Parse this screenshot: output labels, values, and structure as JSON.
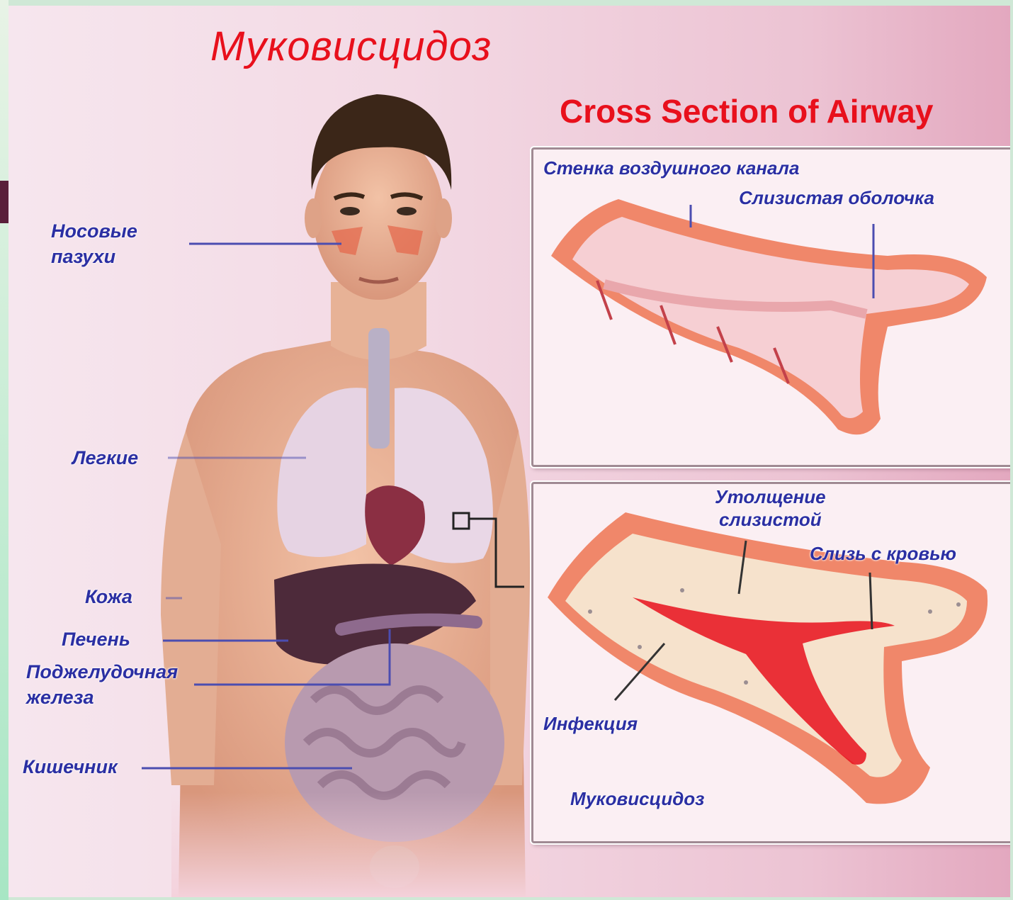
{
  "title": "Муковисцидоз",
  "panel_title": "Cross Section of Airway",
  "body_labels": {
    "sinuses": [
      "Носовые",
      "пазухи"
    ],
    "lungs": "Легкие",
    "skin": "Кожа",
    "liver": "Печень",
    "pancreas": [
      "Поджелудочная",
      "железа"
    ],
    "intestine": "Кишечник"
  },
  "healthy_airway": {
    "wall": "Стенка воздушного канала",
    "mucosa": "Слизистая оболочка"
  },
  "diseased_airway": {
    "thickening": [
      "Утолщение",
      "слизистой"
    ],
    "bloody_mucus": "Слизь с кровью",
    "infection": "Инфекция",
    "caption": "Муковисцидоз"
  },
  "colors": {
    "title_red": "#e8101c",
    "label_blue": "#2b2fa3",
    "airway_outer": "#f0876a",
    "airway_mucus": "#e8101c"
  }
}
